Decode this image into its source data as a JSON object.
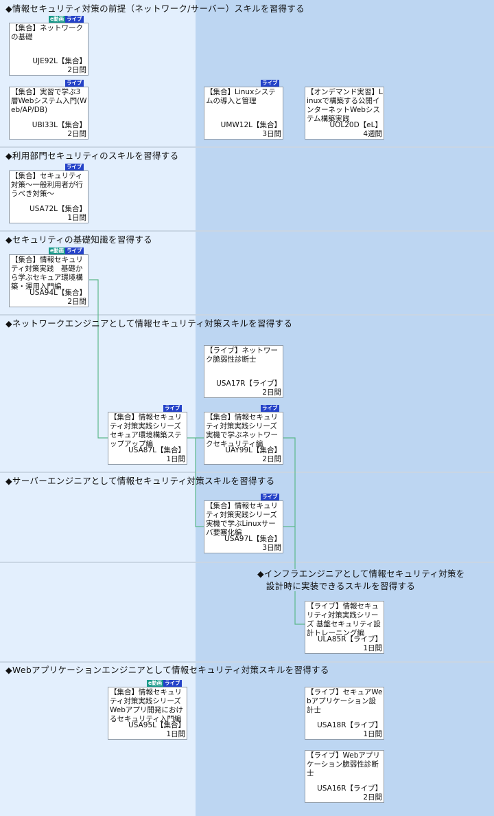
{
  "colors": {
    "left_bg": "#e3effd",
    "right_bg": "#bdd6f2",
    "connector": "#5cb88a",
    "badge_video": "#1a9a8a",
    "badge_live": "#2442c8"
  },
  "badge_labels": {
    "video": "e動画",
    "live": "ライブ"
  },
  "sections": [
    {
      "heading": "◆情報セキュリティ対策の前提（ネットワーク/サーバー）スキルを習得する",
      "courses": [
        {
          "title": "【集合】ネットワークの基礎",
          "code": "UJE92L【集合】",
          "duration": "2日間",
          "badges": [
            "video",
            "live"
          ]
        },
        {
          "title": "【集合】実習で学ぶ3層Webシステム入門(Web/AP/DB)",
          "code": "UBI33L【集合】",
          "duration": "2日間",
          "badges": [
            "live"
          ]
        },
        {
          "title": "【集合】Linuxシステムの導入と管理",
          "code": "UMW12L【集合】",
          "duration": "3日間",
          "badges": [
            "live"
          ]
        },
        {
          "title": "【オンデマンド実習】Linuxで構築する公開インターネットWebシステム構築実践",
          "code": "UOL20D【eL】",
          "duration": "4週間",
          "badges": []
        }
      ]
    },
    {
      "heading": "◆利用部門セキュリティのスキルを習得する",
      "courses": [
        {
          "title": "【集合】セキュリティ対策～一般利用者が行うべき対策～",
          "code": "USA72L【集合】",
          "duration": "1日間",
          "badges": [
            "live"
          ]
        }
      ]
    },
    {
      "heading": "◆セキュリティの基礎知識を習得する",
      "courses": [
        {
          "title": "【集合】情報セキュリティ対策実践　基礎から学ぶセキュア環境構築・運用入門編",
          "code": "USA94L【集合】",
          "duration": "2日間",
          "badges": [
            "video",
            "live"
          ]
        }
      ]
    },
    {
      "heading": "◆ネットワークエンジニアとして情報セキュリティ対策スキルを習得する",
      "courses": [
        {
          "title": "【ライブ】ネットワーク脆弱性診断士",
          "code": "USA17R【ライブ】",
          "duration": "2日間",
          "badges": []
        },
        {
          "title": "【集合】情報セキュリティ対策実践シリーズ　セキュア環境構築ステップアップ編",
          "code": "USA87L【集合】",
          "duration": "1日間",
          "badges": [
            "live"
          ]
        },
        {
          "title": "【集合】情報セキュリティ対策実践シリーズ　実機で学ぶネットワークセキュリティ編",
          "code": "UAY99L【集合】",
          "duration": "2日間",
          "badges": [
            "live"
          ]
        }
      ]
    },
    {
      "heading": "◆サーバーエンジニアとして情報セキュリティ対策スキルを習得する",
      "courses": [
        {
          "title": "【集合】情報セキュリティ対策実践シリーズ　実機で学ぶLinuxサーバ要塞化編",
          "code": "USA97L【集合】",
          "duration": "3日間",
          "badges": [
            "live"
          ]
        }
      ]
    },
    {
      "heading": "◆インフラエンジニアとして情報セキュリティ対策を\n　設計時に実装できるスキルを習得する",
      "courses": [
        {
          "title": "【ライブ】情報セキュリティ対策実践シリーズ 基盤セキュリティ設計トレーニング編",
          "code": "ULA85R【ライブ】",
          "duration": "1日間",
          "badges": []
        }
      ]
    },
    {
      "heading": "◆Webアプリケーションエンジニアとして情報セキュリティ対策スキルを習得する",
      "courses": [
        {
          "title": "【集合】情報セキュリティ対策実践シリーズ Webアプリ開発におけるセキュリティ入門編",
          "code": "USA95L【集合】",
          "duration": "1日間",
          "badges": [
            "video",
            "live"
          ]
        },
        {
          "title": "【ライブ】セキュアWebアプリケーション設計士",
          "code": "USA18R【ライブ】",
          "duration": "1日間",
          "badges": []
        },
        {
          "title": "【ライブ】Webアプリケーション脆弱性診断士",
          "code": "USA16R【ライブ】",
          "duration": "2日間",
          "badges": []
        }
      ]
    }
  ]
}
